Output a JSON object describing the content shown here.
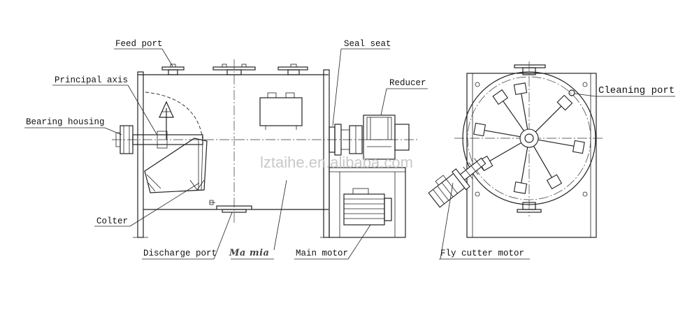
{
  "labels": {
    "feed_port": "Feed port",
    "principal_axis": "Principal axis",
    "bearing_housing": "Bearing housing",
    "colter": "Colter",
    "discharge_port": "Discharge port",
    "body_mark": "Ma mia",
    "main_motor": "Main motor",
    "seal_seat": "Seal seat",
    "reducer": "Reducer",
    "cleaning_port": "Cleaning port",
    "fly_cutter_motor": "Fly cutter motor"
  },
  "watermark": "lztaihe.en.alibaba.com",
  "colors": {
    "line": "#222222",
    "watermark": "#c8c8c8",
    "background": "#ffffff"
  }
}
